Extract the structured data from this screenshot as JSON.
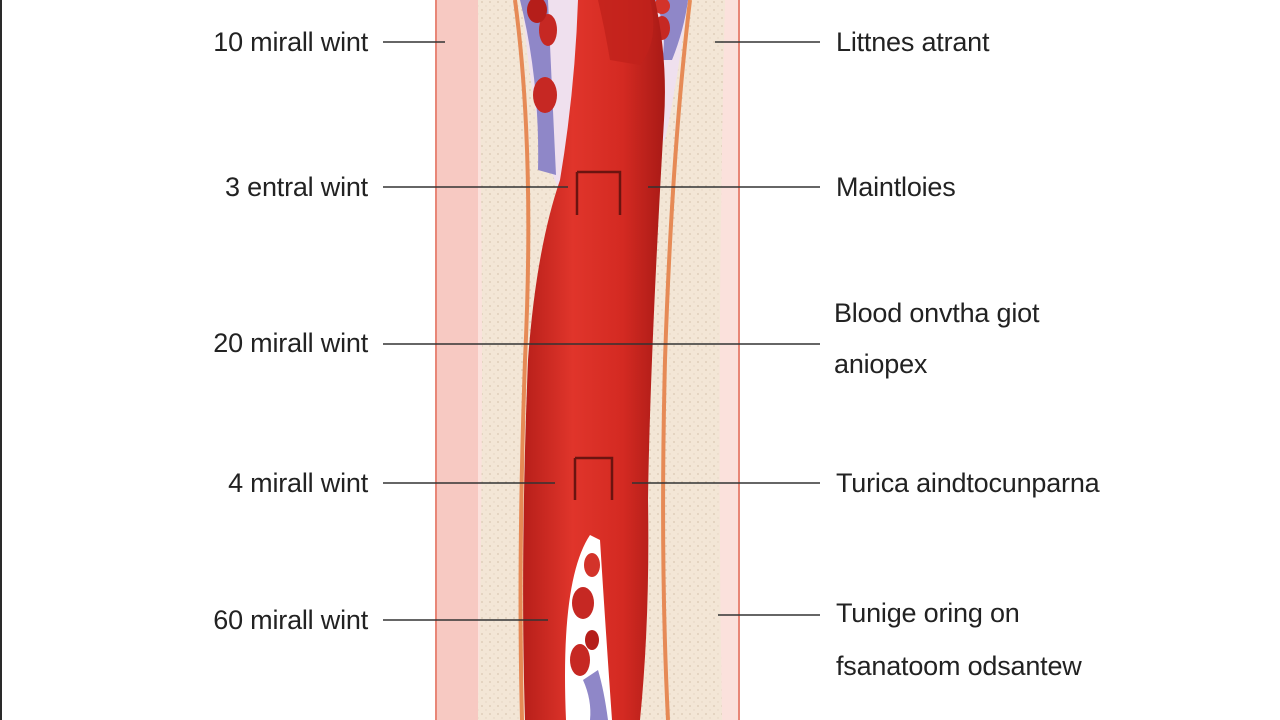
{
  "diagram": {
    "left_labels": [
      {
        "id": "l1",
        "text": "10 mirall wint"
      },
      {
        "id": "l2",
        "text": "3 entral wint"
      },
      {
        "id": "l3",
        "text": "20 mirall wint"
      },
      {
        "id": "l4",
        "text": "4 mirall wint"
      },
      {
        "id": "l5",
        "text": "60 mirall wint"
      }
    ],
    "right_labels": [
      {
        "id": "r1",
        "text": "Littnes atrant"
      },
      {
        "id": "r2",
        "text": "Maintloies"
      },
      {
        "id": "r3",
        "text": "Blood onvtha giot",
        "text2": "aniopex"
      },
      {
        "id": "r4",
        "text": "Turica aindtocunparna"
      },
      {
        "id": "r5",
        "text": "Tunige oring on",
        "text2": "fsanatoom odsantew"
      }
    ],
    "colors": {
      "blood": "#d42a22",
      "blood_dark": "#a81a16",
      "tissue": "#f3e6d6",
      "outer": "#f7c9c2",
      "vein": "#8f87c8",
      "wall_line": "#e0604f"
    }
  }
}
